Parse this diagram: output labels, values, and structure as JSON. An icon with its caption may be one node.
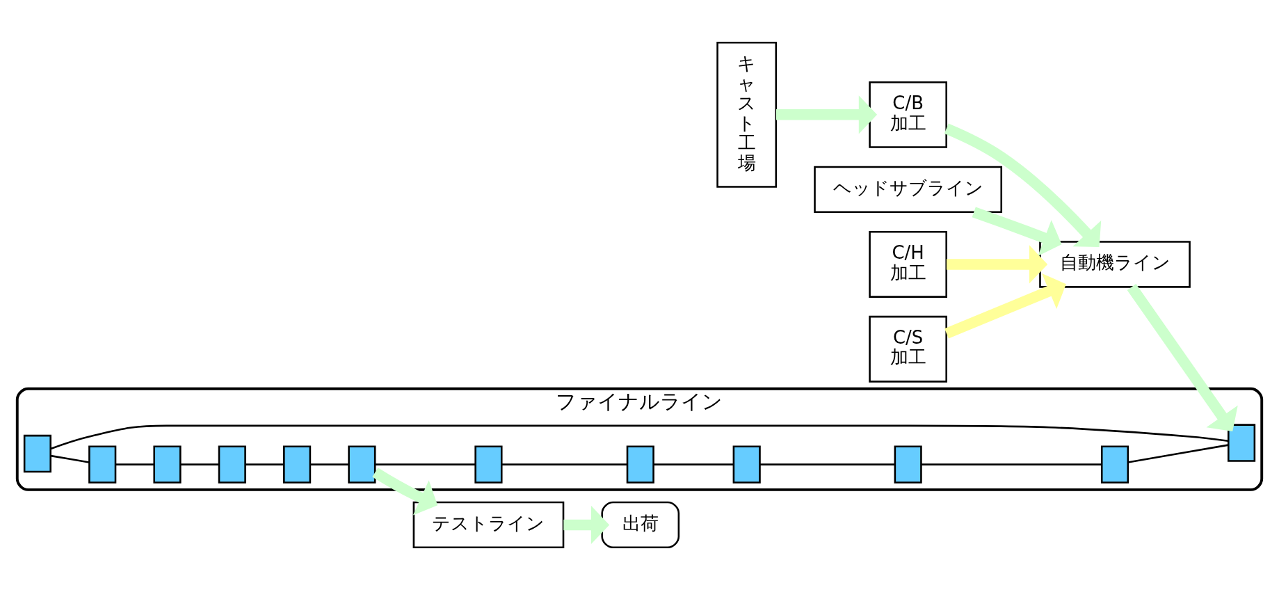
{
  "diagram": {
    "nodes": [
      {
        "text": [
          "キャスト工場"
        ]
      },
      {
        "text": [
          "自動機ライン"
        ]
      },
      {
        "text": [
          "ヘッドサブライン"
        ]
      },
      {
        "text": [
          "出荷"
        ]
      },
      {
        "text": [
          "ファイナルライン"
        ]
      },
      {
        "text": [],
        "shape": "box",
        "in": 4
      },
      {
        "text": [],
        "shape": "box",
        "in": 4
      },
      {
        "text": [],
        "shape": "box",
        "in": 4
      },
      {
        "text": [],
        "shape": "box",
        "in": 4
      },
      {
        "text": [],
        "shape": "box",
        "in": 4
      },
      {
        "text": [],
        "shape": "box",
        "in": 4
      },
      {
        "text": [],
        "shape": "box",
        "in": 4
      },
      {
        "text": [
          "テストライン"
        ]
      },
      {
        "text": [],
        "shape": "box",
        "in": 4
      },
      {
        "text": [],
        "shape": "box",
        "in": 4
      },
      {
        "text": [],
        "shape": "box",
        "in": 4
      },
      {
        "text": [],
        "shape": "box",
        "in": 4
      },
      {
        "text": [],
        "shape": "box",
        "in": 4
      },
      {
        "text": [
          "C/B",
          "加工"
        ]
      },
      {
        "text": [
          "C/H",
          "加工"
        ]
      },
      {
        "text": [
          "C/S",
          "加工"
        ]
      }
    ],
    "edges": [
      {
        "from": 2,
        "to": 1,
        "arrow": "to",
        "style": "thick",
        "color": "#ccffcc"
      },
      {
        "from": 1,
        "to": 10,
        "arrow": "to",
        "style": "thick",
        "color": "#ccffcc"
      },
      {
        "from": 11,
        "to": 12,
        "arrow": "to",
        "style": "thick",
        "color": "#ccffcc"
      },
      {
        "from": 12,
        "to": 3,
        "arrow": "to",
        "style": "thick",
        "color": "#ccffcc"
      },
      {
        "from": 0,
        "to": 18,
        "arrow": "to",
        "style": "thick",
        "color": "#ccffcc"
      },
      {
        "from": 18,
        "to": 1,
        "arrow": "to",
        "style": "thick",
        "color": "#ccffcc"
      },
      {
        "from": 19,
        "to": 1,
        "arrow": "to",
        "style": "thick",
        "color": "#ffff99"
      },
      {
        "from": 20,
        "to": 1,
        "arrow": "to",
        "style": "thick",
        "color": "#ffff99"
      },
      {
        "from": 10,
        "to": 5,
        "arrow": "none"
      },
      {
        "from": 5,
        "to": 6,
        "arrow": "none"
      },
      {
        "from": 6,
        "to": 7,
        "arrow": "none"
      },
      {
        "from": 7,
        "to": 8,
        "arrow": "none"
      },
      {
        "from": 8,
        "to": 9,
        "arrow": "none"
      },
      {
        "from": 9,
        "to": 11,
        "arrow": "none"
      },
      {
        "from": 11,
        "to": 17,
        "arrow": "none"
      },
      {
        "from": 17,
        "to": 16,
        "arrow": "none"
      },
      {
        "from": 16,
        "to": 15,
        "arrow": "none"
      },
      {
        "from": 15,
        "to": 14,
        "arrow": "none"
      },
      {
        "from": 14,
        "to": 13,
        "arrow": "none"
      },
      {
        "from": 13,
        "to": 10,
        "arrow": "none"
      }
    ]
  }
}
